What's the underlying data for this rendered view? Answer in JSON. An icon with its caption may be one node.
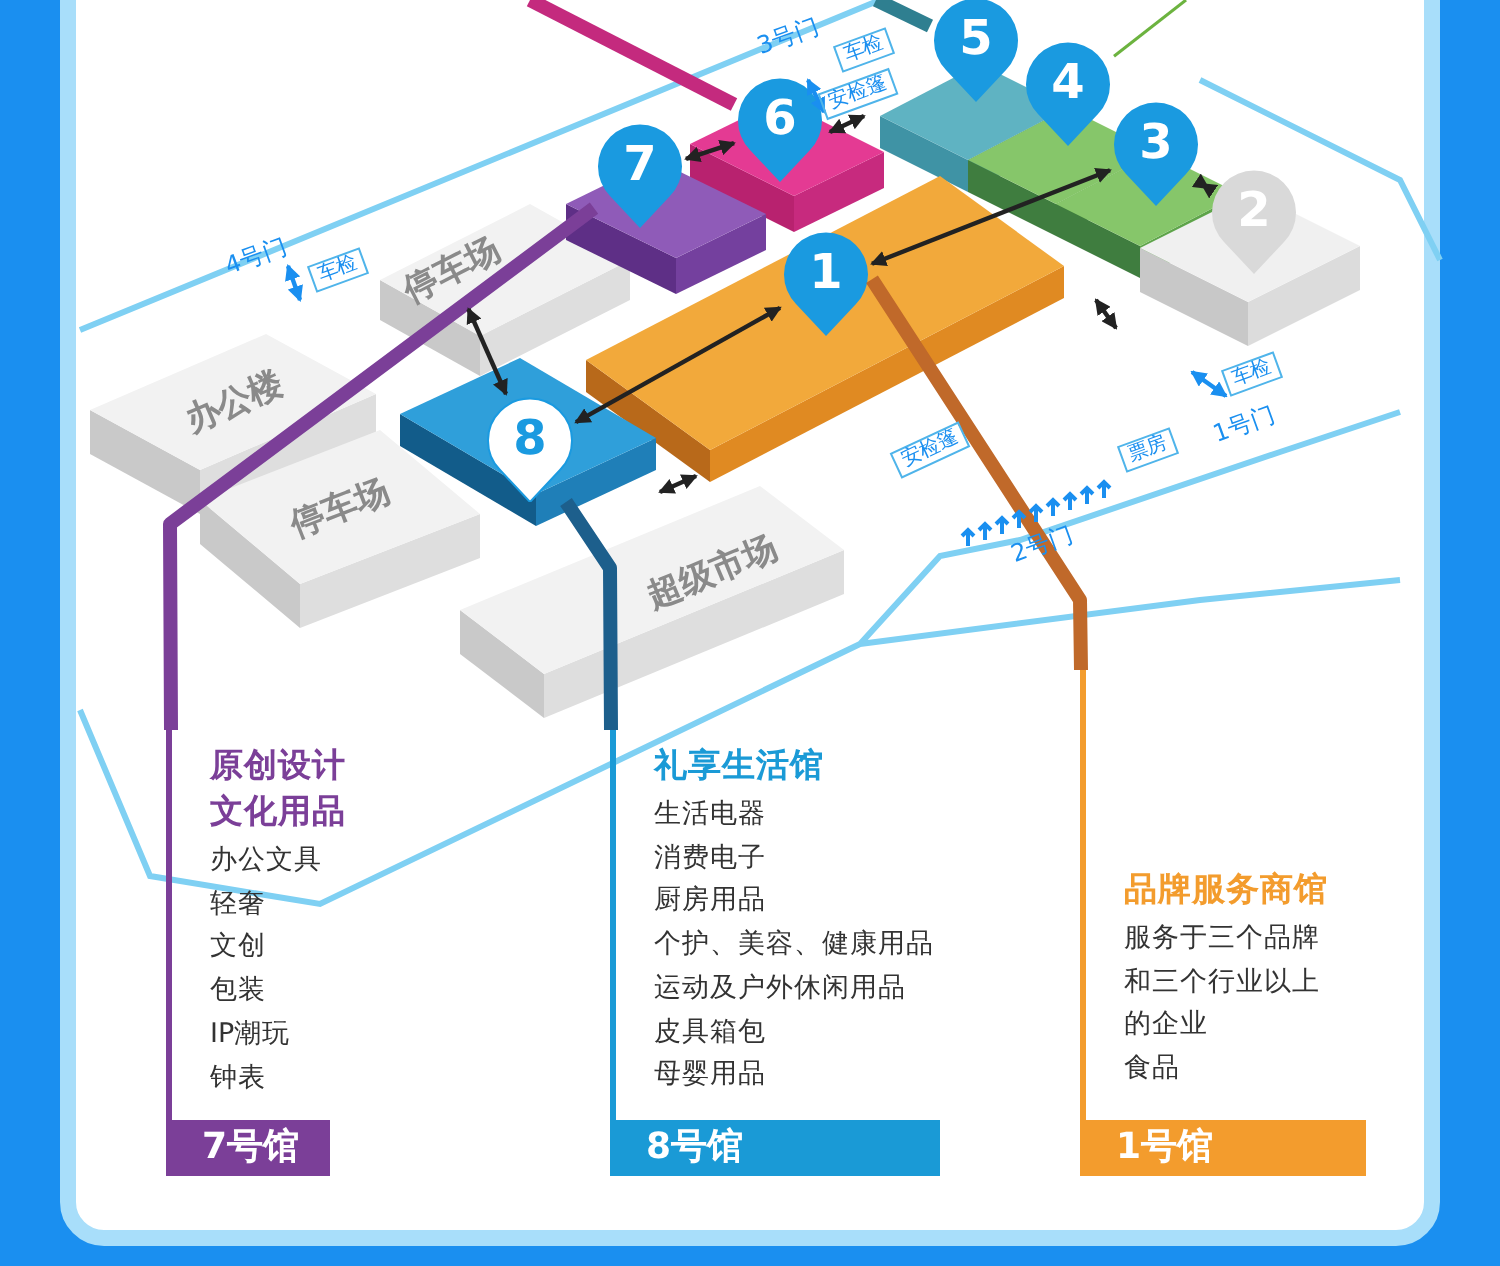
{
  "diagram": {
    "nodes": [
      {
        "text": [
          "5"
        ]
      },
      {
        "text": [
          "6"
        ]
      },
      {
        "text": [
          "4"
        ]
      },
      {
        "text": [
          "3"
        ]
      },
      {
        "text": [
          "7"
        ]
      },
      {
        "text": [
          "2"
        ]
      },
      {
        "text": [
          "1"
        ]
      },
      {
        "text": [
          "停车场"
        ]
      },
      {
        "text": [
          "办公楼"
        ]
      },
      {
        "text": [
          "8"
        ]
      },
      {
        "text": [
          "停车场"
        ]
      },
      {
        "text": [
          "超级市场"
        ]
      },
      {
        "text": [
          "原创设计文化用品",
          "办公文具",
          "轻奢",
          "文创",
          "包装",
          "IP潮玩",
          "钟表",
          "7号馆"
        ]
      },
      {
        "text": [
          "礼享生活馆",
          "生活电器",
          "消费电子",
          "厨房用品",
          "个护、美容、健康用品",
          "运动及户外休闲用品",
          "皮具箱包",
          "母婴用品",
          "8号馆"
        ]
      },
      {
        "text": [
          "品牌服务商馆",
          "服务于三个品牌",
          "和三个行业以上",
          "的企业",
          "食品",
          "1号馆"
        ]
      }
    ],
    "edges": [
      {
        "from": 4,
        "to": 12,
        "arrow": "none",
        "color": "#7b3f98",
        "style": "thick"
      },
      {
        "from": 9,
        "to": 13,
        "arrow": "none",
        "color": "#1d5f8c",
        "style": "thick"
      },
      {
        "from": 6,
        "to": 14,
        "arrow": "none",
        "color": "#c0692a",
        "style": "thick"
      },
      {
        "from": 1,
        "to": null,
        "arrow": "none",
        "color": "#c42a7e",
        "style": "thick"
      },
      {
        "from": 0,
        "to": null,
        "arrow": "none",
        "color": "#2f7f90",
        "style": "thick"
      },
      {
        "from": 2,
        "to": null,
        "arrow": "none",
        "color": "#6cb33f"
      },
      {
        "from": 4,
        "to": 1,
        "arrow": "both"
      },
      {
        "from": 6,
        "to": 9,
        "arrow": "both"
      },
      {
        "from": 6,
        "to": 3,
        "arrow": "both"
      },
      {
        "from": 3,
        "to": 5,
        "arrow": "both"
      },
      {
        "from": 9,
        "to": 7,
        "arrow": "both"
      }
    ],
    "labels": [
      "3号门",
      "车检",
      "安检篷",
      "4号门",
      "车检",
      "车检",
      "1号门",
      "安检篷",
      "票房",
      "2号门"
    ]
  }
}
